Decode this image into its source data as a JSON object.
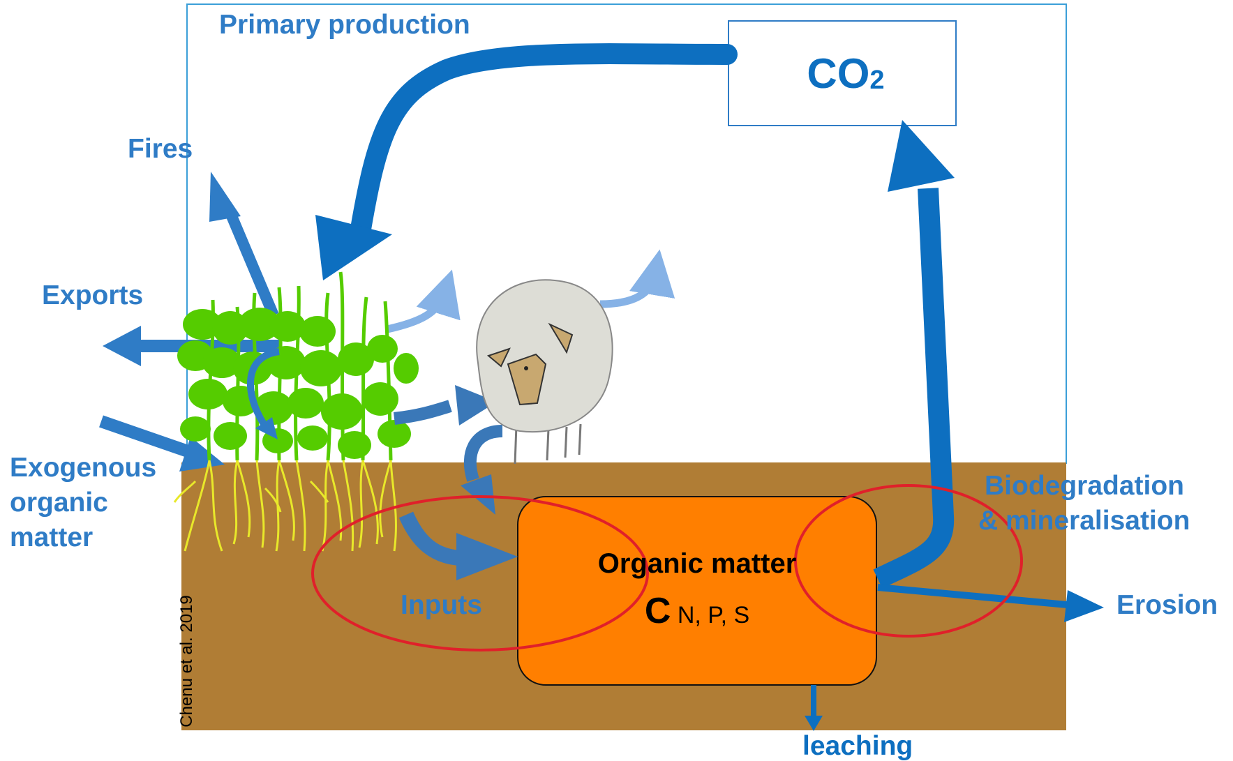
{
  "labels": {
    "primary_production": "Primary production",
    "co2_main": "CO",
    "co2_sub": "2",
    "fires": "Fires",
    "exports": "Exports",
    "exogenous_line1": "Exogenous",
    "exogenous_line2": "organic",
    "exogenous_line3": "matter",
    "biodegradation_line1": "Biodegradation",
    "biodegradation_line2": "& mineralisation",
    "organic_matter": "Organic matter",
    "element_c": "C",
    "elements_other": " N, P, S",
    "inputs": "Inputs",
    "erosion": "Erosion",
    "leaching": "leaching",
    "credit": "Chenu et al. 2019"
  },
  "colors": {
    "label_blue": "#2f7cc6",
    "arrow_blue": "#0d6fc0",
    "light_arrow_blue": "#86b2e6",
    "soil_brown": "#b07d35",
    "organic_matter_orange": "#ff7f00",
    "plant_green": "#55cc00",
    "root_yellow": "#e8e82a",
    "highlight_red": "#e0202a",
    "frame_blue": "#3b9fd8"
  },
  "icons": {
    "plants": "green-plants-illustration",
    "sheep": "sheep-illustration"
  }
}
